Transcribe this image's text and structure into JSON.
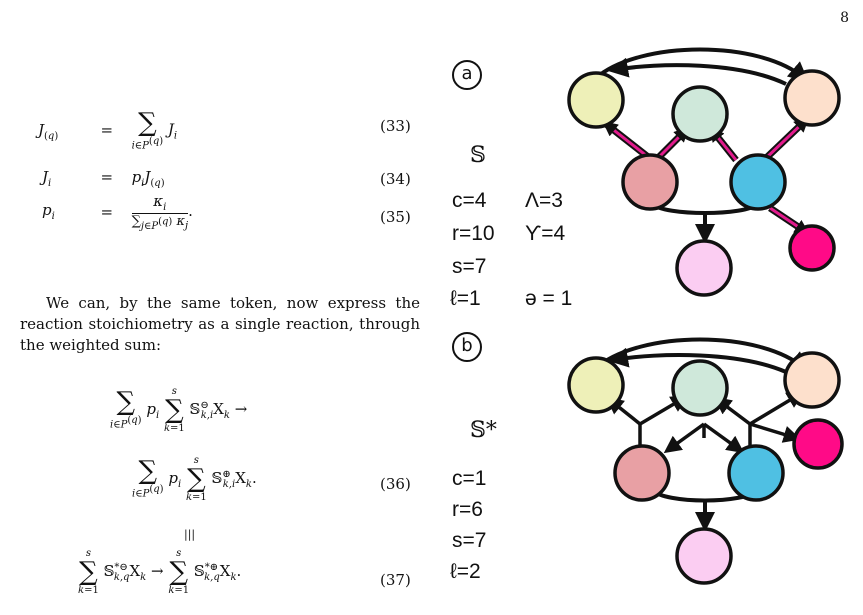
{
  "page_number": "8",
  "equations": [
    {
      "num": "(33)"
    },
    {
      "num": "(34)"
    },
    {
      "num": "(35)"
    },
    {
      "num": "(36)"
    },
    {
      "num": "(37)"
    }
  ],
  "paragraph": "We can, by the same token, now express the reaction stoichiometry as a single reaction, through the weighted sum:",
  "equiv_symbol": "|||",
  "panel_a": {
    "label": "a",
    "symbol": "𝕊",
    "stats": [
      "c=4",
      "Λ=3",
      "r=10",
      "ϒ=4",
      "s=7",
      "ℓ=1",
      "ə = 1"
    ]
  },
  "panel_b": {
    "label": "b",
    "symbol": "𝕊*",
    "stats": [
      "c=1",
      "r=6",
      "s=7",
      "ℓ=2"
    ]
  },
  "colors": {
    "node_yellow": "#eef0b8",
    "node_green": "#cfe8da",
    "node_peach": "#fde0cc",
    "node_red": "#e8a0a4",
    "node_blue": "#4fc0e3",
    "node_magenta": "#ff0a87",
    "node_pink": "#fbcdf2",
    "edge_highlight": "#e11a8c"
  }
}
